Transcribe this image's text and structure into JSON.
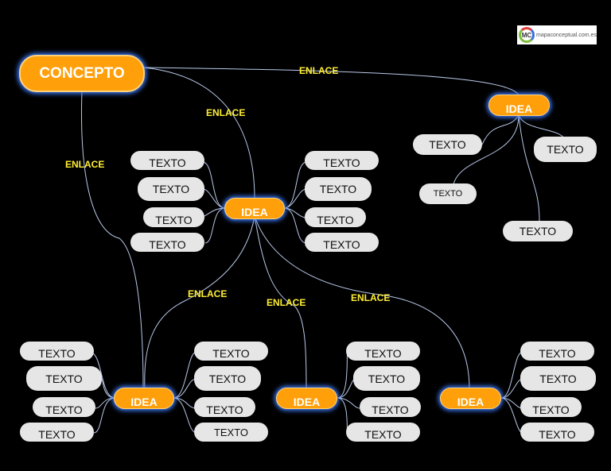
{
  "concept": {
    "label": "CONCEPTO"
  },
  "ideas": [
    {
      "label": "IDEA"
    },
    {
      "label": "IDEA"
    },
    {
      "label": "IDEA"
    },
    {
      "label": "IDEA"
    },
    {
      "label": "IDEA"
    }
  ],
  "links": [
    "ENLACE",
    "ENLACE",
    "ENLACE",
    "ENLACE",
    "ENLACE",
    "ENLACE"
  ],
  "texts": [
    "TEXTO",
    "TEXTO",
    "TEXTO",
    "TEXTO",
    "TEXTO",
    "TEXTO",
    "TEXTO",
    "TEXTO",
    "TEXTO",
    "TEXTO",
    "TEXTO",
    "TEXTO",
    "TEXTO",
    "TEXTO",
    "TEXTO",
    "TEXTO",
    "TEXTO",
    "TEXTO",
    "TEXTO",
    "TEXTO",
    "TEXTO",
    "TEXTO",
    "TEXTO",
    "TEXTO",
    "TEXTO",
    "TEXTO",
    "TEXTO",
    "TEXTO"
  ],
  "logo": {
    "mark": "MC",
    "text": "mapaconceptual.com.es"
  },
  "colors": {
    "node": "#ff9f0a",
    "text_box": "#e6e6e6",
    "link_text": "#ffee33",
    "line": "#b8c8e8",
    "glow": "#3d7cff"
  }
}
